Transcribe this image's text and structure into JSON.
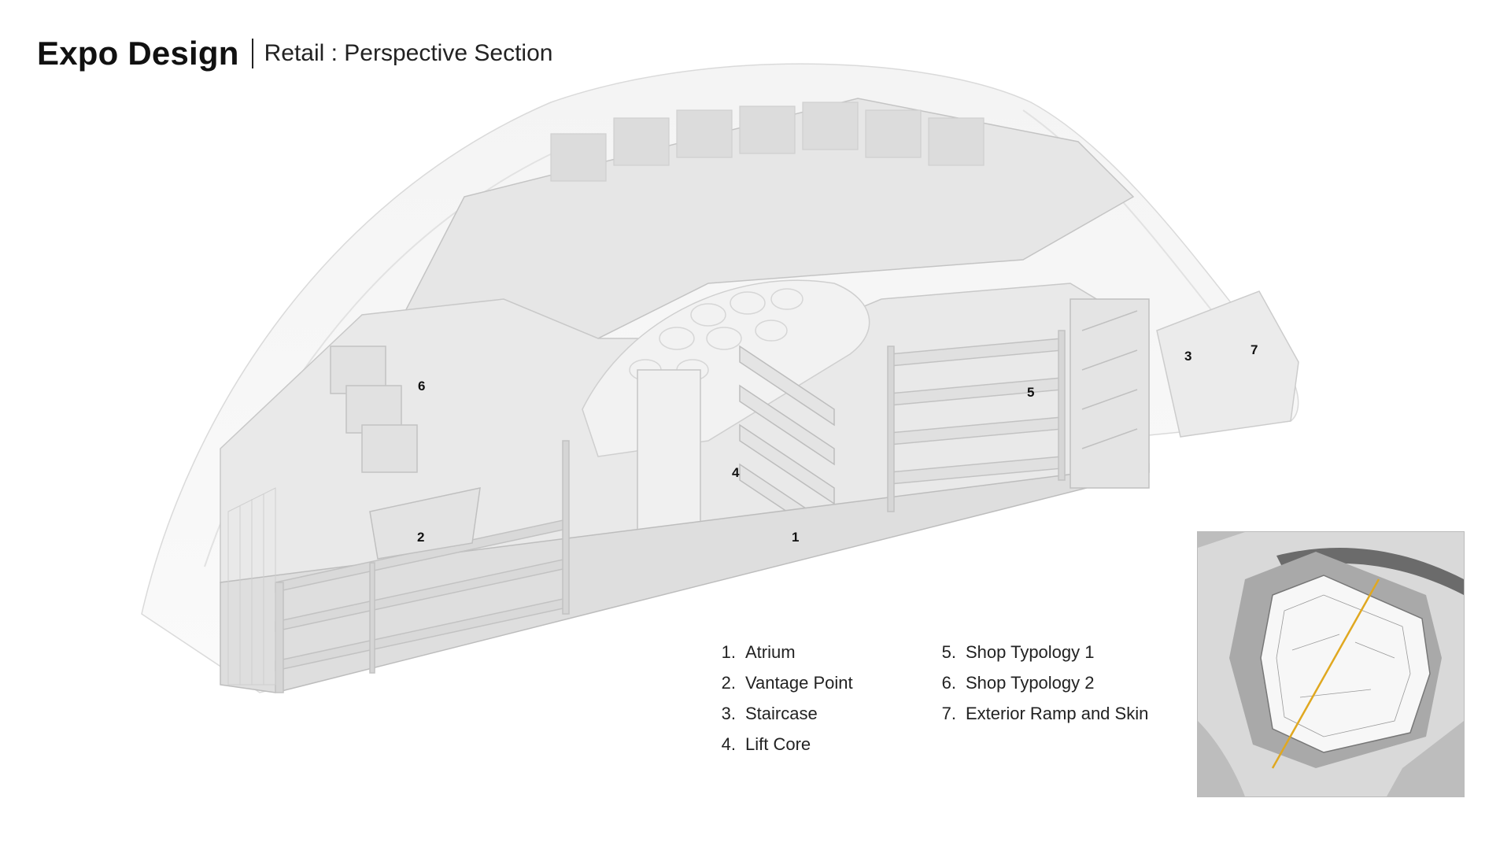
{
  "header": {
    "title": "Expo Design",
    "subtitle": "Retail : Perspective Section"
  },
  "callouts": {
    "c1": "1",
    "c2": "2",
    "c3": "3",
    "c4": "4",
    "c5": "5",
    "c6": "6",
    "c7": "7"
  },
  "legend": {
    "col1": [
      {
        "num": "1.",
        "label": "Atrium"
      },
      {
        "num": "2.",
        "label": "Vantage Point"
      },
      {
        "num": "3.",
        "label": "Staircase"
      },
      {
        "num": "4.",
        "label": "Lift Core"
      }
    ],
    "col2": [
      {
        "num": "5.",
        "label": "Shop Typology 1"
      },
      {
        "num": "6.",
        "label": "Shop Typology 2"
      },
      {
        "num": "7.",
        "label": "Exterior Ramp and Skin"
      }
    ]
  },
  "colors": {
    "section_line": "#e0a820",
    "model_fill": "#ececec",
    "model_stroke": "#c9c9c9"
  }
}
